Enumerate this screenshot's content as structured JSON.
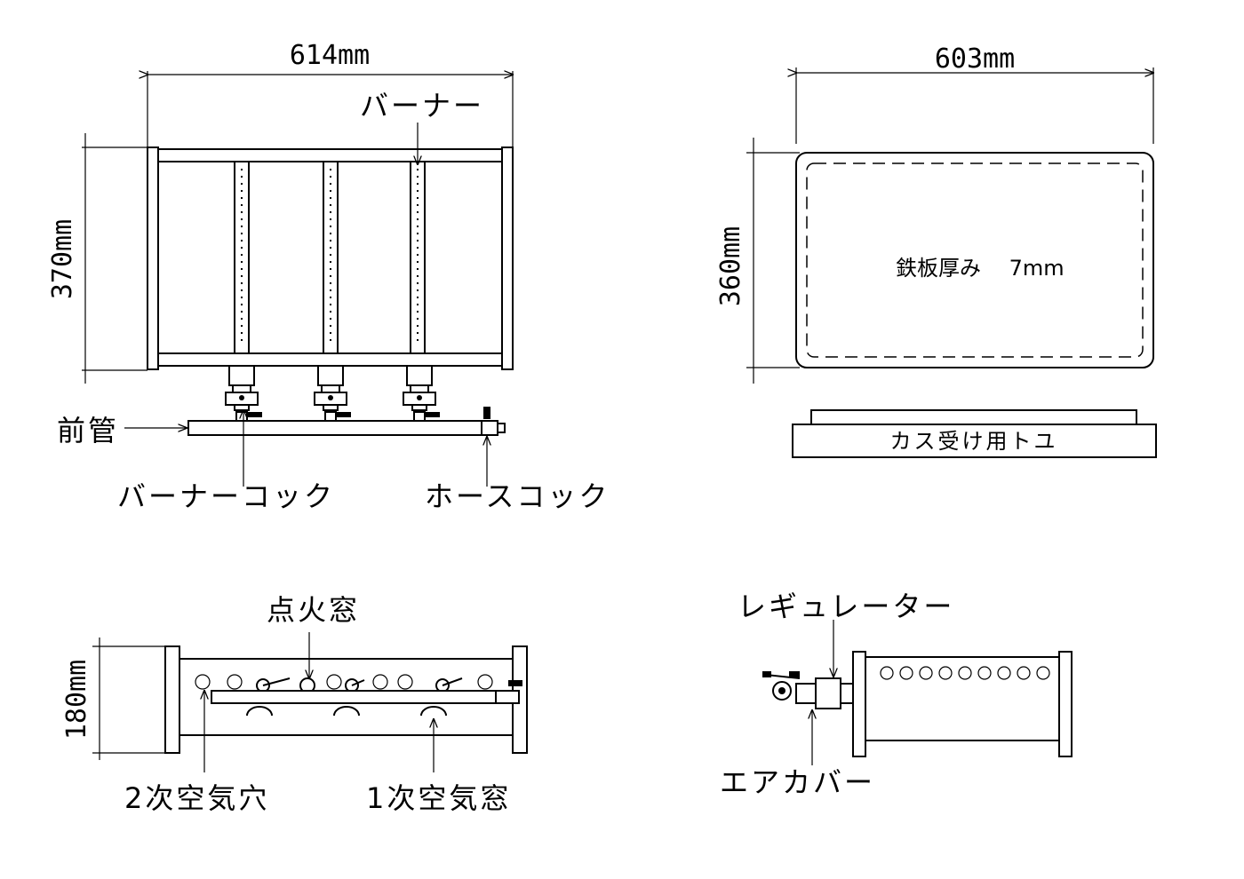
{
  "labels": {
    "width_top_left": "614mm",
    "height_top_left": "370mm",
    "burner": "バーナー",
    "front_pipe": "前管",
    "burner_cock": "バーナーコック",
    "hose_cock": "ホースコック",
    "width_top_right": "603mm",
    "height_top_right": "360mm",
    "plate_thickness": "鉄板厚み　 7mm",
    "grease_tray": "カス受け用トユ",
    "ignition_window": "点火窓",
    "height_bottom_left": "180mm",
    "secondary_air_hole": "2次空気穴",
    "primary_air_window": "1次空気窓",
    "regulator": "レギュレーター",
    "air_cover": "エアカバー"
  }
}
